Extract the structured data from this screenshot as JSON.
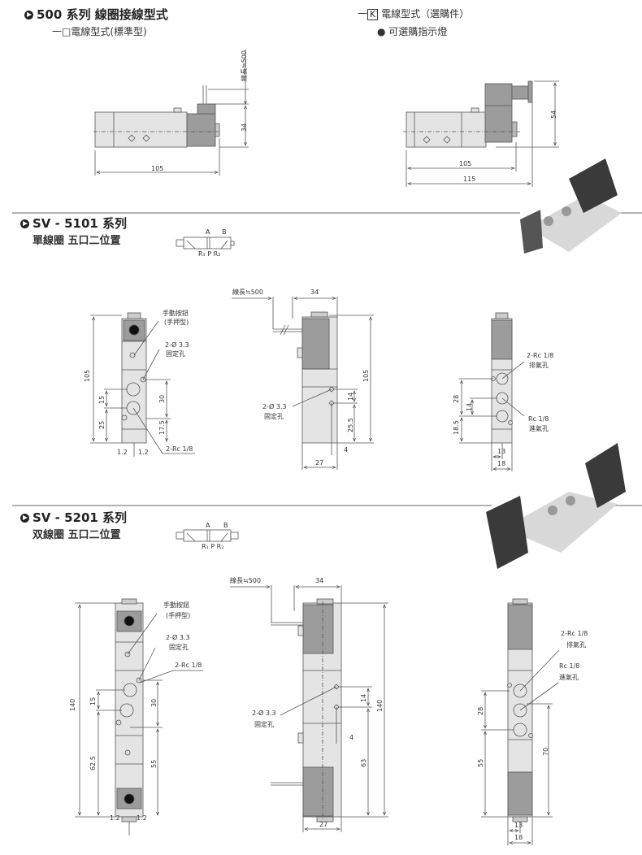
{
  "section1": {
    "title": "500 系列 線圈接線型式",
    "standard_label": "一□電線型式(標準型)",
    "option_prefix": "一",
    "option_box": "K",
    "option_label": "電線型式（選購件）",
    "indicator_label": "● 可選購指示燈",
    "left_dims": {
      "length": "105",
      "height": "34",
      "cable": "線長≒500"
    },
    "right_dims": {
      "length1": "105",
      "length2": "115",
      "height": "54"
    }
  },
  "section2": {
    "title": "SV - 5101 系列",
    "subtitle": "單線圈  五口二位置",
    "symbol": {
      "a": "A",
      "b": "B",
      "ports": "R₁ P R₂"
    },
    "front": {
      "total": "105",
      "d15": "15",
      "d25": "25",
      "d30": "30",
      "d17_5": "17.5",
      "d1_2a": "1.2",
      "d1_2b": "1.2",
      "manual_button": "手動按鈕",
      "manual_type": "(手押型)",
      "mount_hole": "2-Ø 3.3",
      "mount_hole_label": "固定孔",
      "port": "2-Rc 1/8"
    },
    "side": {
      "cable": "線長≒500",
      "coil": "34",
      "total": "105",
      "d14": "14",
      "d25_5": "25.5",
      "d4": "4",
      "width": "27",
      "mount_hole": "2-Ø 3.3",
      "mount_hole_label": "固定孔"
    },
    "back": {
      "exhaust": "2-Rc 1/8",
      "exhaust_label": "排氣孔",
      "inlet": "Rc 1/8",
      "inlet_label": "進氣孔",
      "d28": "28",
      "d14": "14",
      "d18_5": "18.5",
      "d13": "13",
      "d18": "18"
    }
  },
  "section3": {
    "title": "SV - 5201 系列",
    "subtitle": "双線圈  五口二位置",
    "symbol": {
      "a": "A",
      "b": "B",
      "ports": "R₁ P R₂"
    },
    "front": {
      "total": "140",
      "d15": "15",
      "d62_5": "62.5",
      "d30": "30",
      "d55": "55",
      "d1_2a": "1.2",
      "d1_2b": "1.2",
      "manual_button": "手動按鈕",
      "manual_type": "(手押型)",
      "mount_hole": "2-Ø 3.3",
      "mount_hole_label": "固定孔",
      "port": "2-Rc 1/8"
    },
    "side": {
      "cable": "線長≒500",
      "coil": "34",
      "total": "140",
      "d14": "14",
      "d63": "63",
      "d4": "4",
      "width": "27",
      "mount_hole": "2-Ø 3.3",
      "mount_hole_label": "固定孔"
    },
    "back": {
      "exhaust": "2-Rc 1/8",
      "exhaust_label": "排氣孔",
      "inlet": "Rc 1/8",
      "inlet_label": "進氣孔",
      "d28": "28",
      "d55": "55",
      "d70": "70",
      "d13": "13",
      "d18": "18"
    }
  },
  "colors": {
    "body": "#e4e4e4",
    "coil": "#9c9c9c",
    "line": "#555555",
    "photo": "#3a3a3a"
  }
}
